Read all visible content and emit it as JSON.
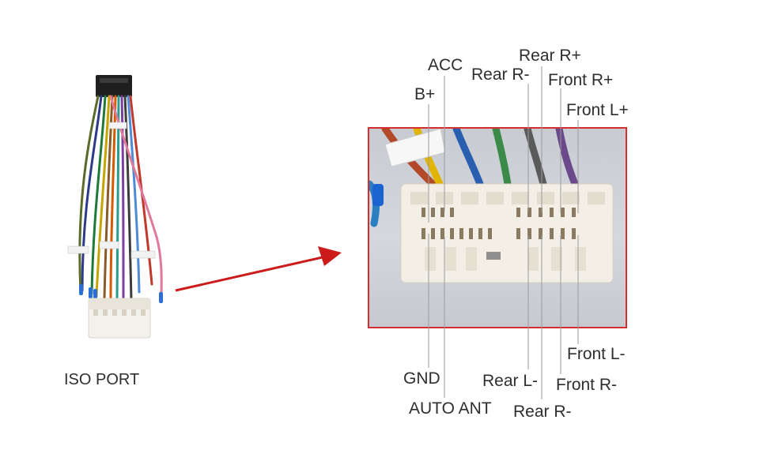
{
  "left_caption": "ISO PORT",
  "colors": {
    "highlight_border": "#d32f2f",
    "arrow": "#cc1b1b",
    "leader_line": "#9a9a9a",
    "label_text": "#2e2e2e",
    "connector_body": "#f3efe6"
  },
  "pin_labels_top": {
    "acc": "ACC",
    "b_plus": "B+",
    "rear_r_plus": "Rear R+",
    "rear_r_minus": "Rear R-",
    "front_r_plus": "Front R+",
    "front_l_plus": "Front L+"
  },
  "pin_labels_bottom": {
    "gnd": "GND",
    "auto_ant": "AUTO ANT",
    "rear_l_minus": "Rear L-",
    "front_l_minus": "Front L-",
    "front_r_minus": "Front R-",
    "rear_r_minus": "Rear R-"
  },
  "icons": {
    "left_image": "iso-harness-photo-icon",
    "pointer": "red-arrow-icon",
    "detail_image": "connector-closeup-photo-icon"
  }
}
